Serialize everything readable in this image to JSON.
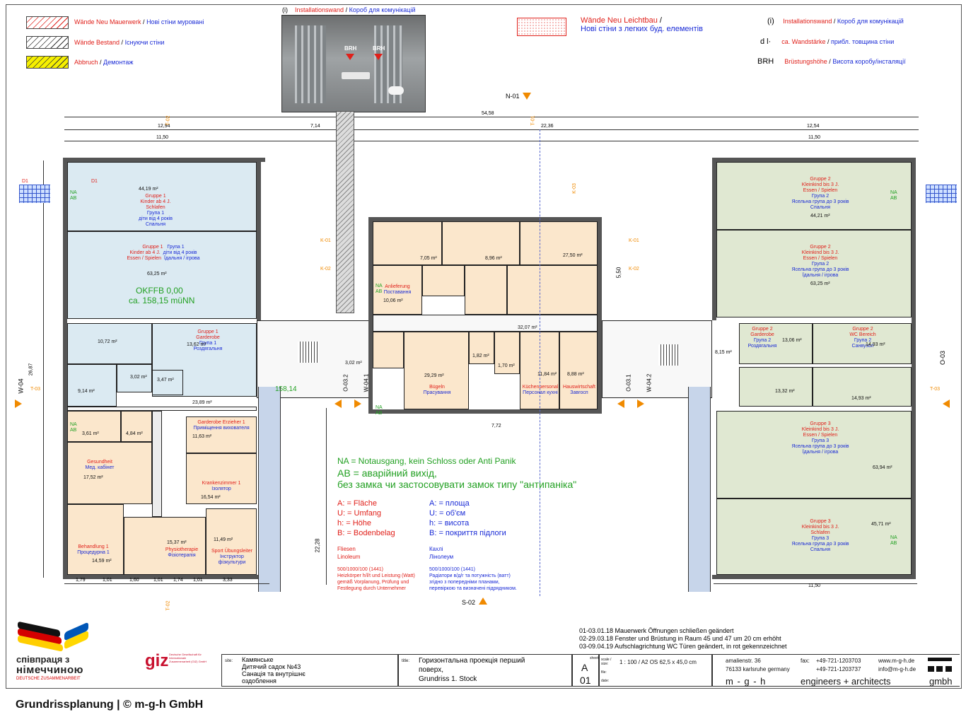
{
  "legend": {
    "walls_new_masonry": {
      "de": "Wände Neu Mauerwerk",
      "uk": "Нові стіни муровані"
    },
    "walls_existing": {
      "de": "Wände Bestand",
      "uk": "Існуючи стіни"
    },
    "demolition": {
      "de": "Abbruch",
      "uk": "Демонтаж"
    },
    "installation_wall": {
      "marker": "(i)",
      "de": "Installationswand",
      "uk": "Короб для комунікацій"
    },
    "walls_new_light": {
      "de": "Wände Neu Leichtbau",
      "uk": "Нові стіни з легких буд. елементів"
    },
    "install_right": {
      "marker": "(i)",
      "de": "Installationswand",
      "uk": "Короб для комунікацій"
    },
    "wall_thickness": {
      "marker": "d l·",
      "de": "ca. Wandstärke",
      "uk": "прибл. товщина стіни"
    },
    "parapet": {
      "marker": "BRH",
      "de": "Brüstungshöhe",
      "uk": "Висота коробу/інсталяції"
    },
    "photo_labels": [
      "BRH",
      "BRH"
    ]
  },
  "dimensions": {
    "overall": "54,58",
    "top_left": "12,94",
    "top_mid": "7,14",
    "top_mid2": "22,36",
    "top_right": "12,54",
    "left_side": "26,87",
    "center_height": "22,28",
    "left_11_50": "11,50",
    "right_11_50": "11,50",
    "bottom_11_50": "11,50",
    "bottom_left_parts": [
      "1,79",
      "1,01",
      "1,60",
      "1,01",
      "1,74",
      "1,01",
      "3,33"
    ],
    "corridor_5_50": "5,50",
    "corridor_7_72": "7,72"
  },
  "markers": {
    "N01": "N-01",
    "S02": "S-02",
    "W04": "W-04",
    "O03": "O-03",
    "O032": "O-03.2",
    "W041": "W-04.1",
    "O031": "O-03.1",
    "W042": "W-04.2",
    "T01": "T-01",
    "T02": "T-02",
    "T03": "T-03",
    "K01": "K-01",
    "K02": "K-02",
    "K03": "K-03",
    "D1": "D1"
  },
  "rooms": {
    "g1_sleep": {
      "area": "44,19 m²",
      "de": "Gruppe 1",
      "de2": "Kinder ab 4 J.",
      "de3": "Schlafen",
      "uk": "Група 1",
      "uk2": "діти від 4 років",
      "uk3": "Спальня"
    },
    "g1_eat": {
      "area": "63,25 m²",
      "de": "Gruppe 1",
      "de2": "Kinder ab 4 J.",
      "de3": "Essen / Spielen",
      "uk": "Група 1",
      "uk2": "діти від 4 років",
      "uk3": "Їдальня / ігрова"
    },
    "okffb": {
      "l1": "OKFFB 0,00",
      "l2": "ca. 158,15 müNN"
    },
    "g1_wc": {
      "area": "10,72 m²"
    },
    "g1_wardrobe": {
      "area": "13,62 m²",
      "de": "Gruppe 1",
      "de2": "Garderobe",
      "uk": "Група 1",
      "uk2": "Роздягальня"
    },
    "corr_left": {
      "area": "23,89 m²"
    },
    "cleaning": {
      "area": "9,14 m²"
    },
    "small_302": {
      "area": "3,02 m²"
    },
    "small_347": {
      "area": "3,47 m²"
    },
    "small_361": {
      "area": "3,61 m²"
    },
    "sterile": {
      "area": "4,84 m²"
    },
    "stair_area": {
      "area": "158,14"
    },
    "wardrobe_staff": {
      "area": "11,63 m²",
      "de": "Garderobe Erzieher 1",
      "uk": "Приміщення вихователя"
    },
    "med": {
      "area": "17,52 m²",
      "de": "Gesundheit",
      "uk": "Мед. кабінет"
    },
    "sick": {
      "area": "16,54 m²",
      "de": "Krankenzimmer 1",
      "uk": "Ізолятор"
    },
    "treatment": {
      "area": "14,59 m²",
      "de": "Behandlung 1",
      "uk": "Процедурна 1"
    },
    "physio": {
      "area": "15,37 m²",
      "de": "Physiotherapie",
      "uk": "Фізіотерапія"
    },
    "sports": {
      "area": "11,49 m²",
      "de": "Sport Übungsleiter",
      "uk": "Інструктор фізкультури"
    },
    "k_705": {
      "area": "7,05 m²"
    },
    "k_896": {
      "area": "8,96 m²"
    },
    "k_2750": {
      "area": "27,50 m²"
    },
    "k_1006": {
      "area": "10,06 m²",
      "de": "Anlieferung",
      "uk": "Поставання"
    },
    "corr_center": {
      "area": "32,07 m²"
    },
    "laundry": {
      "area": "29,29 m²",
      "de": "Bügeln",
      "uk": "Прасування"
    },
    "k_302b": {
      "area": "3,02 m²"
    },
    "k_1184": {
      "area": "11,84 m²",
      "de": "Küchenpersonal",
      "uk": "Персонал кухні"
    },
    "k_888": {
      "area": "8,88 m²",
      "de": "Hauswirtschaft",
      "uk": "Завгосп"
    },
    "k_370": {
      "area": "1,70 m²"
    },
    "k_182": {
      "area": "1,82 m²"
    },
    "g2_sleep": {
      "area": "44,21 m²",
      "de": "Gruppe 2",
      "de2": "Kleinkind bis 3 J.",
      "de3": "Essen / Spielen",
      "uk": "Група 2",
      "uk2": "Ясельна група до 3 років",
      "uk3": "Спальня"
    },
    "g2_eat": {
      "area": "63,25 m²",
      "de": "Gruppe 2",
      "de2": "Kleinkind bis 3 J.",
      "de3": "Essen / Spielen",
      "uk": "Група 2",
      "uk2": "Ясельна група до 3 років",
      "uk3": "Їдальня / ігрова"
    },
    "g2_wardrobe": {
      "area": "13,06 m²",
      "de": "Gruppe 2",
      "de2": "Garderobe",
      "uk": "Група 2",
      "uk2": "Роздягальня"
    },
    "g2_wc": {
      "area": "14,93 m²",
      "de": "Gruppe 2",
      "de2": "WC Bereich",
      "uk": "Група 2",
      "uk2": "Санвузол"
    },
    "g3_wardrobe": {
      "area": "13,32 m²"
    },
    "g3_wc": {
      "area": "14,93 m²"
    },
    "small_815": {
      "area": "8,15 m²"
    },
    "g3_eat": {
      "area": "63,94 m²",
      "de": "Gruppe 3",
      "de2": "Kleinkind bis 3 J.",
      "de3": "Essen / Spielen",
      "uk": "Група 3",
      "uk2": "Ясельна група до 3 років",
      "uk3": "Їдальня / ігрова"
    },
    "g3_sleep": {
      "area": "45,71 m²",
      "de": "Gruppe 3",
      "de2": "Kleinkind bis 3 J.",
      "de3": "Schlafen",
      "uk": "Група 3",
      "uk2": "Ясельна група до 3 років",
      "uk3": "Спальня"
    }
  },
  "notes": {
    "na_de": "NA = Notausgang, kein Schloss oder Anti Panik",
    "ab_uk1": "АВ = аварійний вихід,",
    "ab_uk2": "без замка чи застосовувати замок типу \"антипаніка\"",
    "abbr_de": [
      "A: = Fläche",
      "U: = Umfang",
      "h: = Höhe",
      "B: = Bodenbelag"
    ],
    "abbr_uk": [
      "A: = площа",
      "U: = об'єм",
      "h: = висота",
      "B: = покриття підлоги"
    ],
    "floor_de": [
      "Fliesen",
      "Linoleum"
    ],
    "floor_uk": [
      "Кахлі",
      "Лінолеум"
    ],
    "heat_de": [
      "500/1000/100 (1441)",
      "Heizkörper h/l/t und Leistung (Watt)",
      "gemäß Vorplanung, Prüfung und",
      "Festlegung durch Unternehmer"
    ],
    "heat_uk": [
      "500/1000/100 (1441)",
      "Радіатори в/д/г та потужність (ватт)",
      "згідно з попередніми планами,",
      "перевіркою та визначені підрядником."
    ],
    "na": "NA",
    "ab": "AB"
  },
  "revisions": [
    "01-03.01.18 Mauerwerk Öffnungen schließen geändert",
    "02-29.03.18 Fenster und Brüstung in Raum 45 und 47 um 20 cm erhöht",
    "03-09.04.19 Aufschlagrichtung WC Türen geändert, in rot gekennzeichnet"
  ],
  "title_block": {
    "logo_coop_l1": "співпраця з",
    "logo_coop_l2": "німеччиною",
    "logo_coop_l3": "DEUTSCHE ZUSAMMENARBEIT",
    "giz": "giz",
    "giz_small": "Deutsche Gesellschaft für Internationale Zusammenarbeit (GIZ) GmbH",
    "site_label": "site:",
    "site_lines": [
      "Камянське",
      "Дитячий садок №43",
      "Санація та внутрішнє",
      "оздоблення"
    ],
    "title_label": "title:",
    "title_lines": [
      "Горизонтальна проекція перший",
      "поверх,",
      "Grundriss 1. Stock"
    ],
    "sheet_label": "sheet:",
    "sheet_letter": "A",
    "sheet_num": "01",
    "scale_label": "scale / size:",
    "scale": "1 : 100 / A2 OS 62,5 x 45,0 cm",
    "file_label": "file:",
    "date_label": "date:",
    "address": [
      "amalienstr. 36",
      "76133 karlsruhe germany"
    ],
    "fax_label": "fax:",
    "fax": "+49-721-1203703",
    "fax2": "+49-721-1203737",
    "web": "www.m-g-h.de",
    "mail": "info@m-g-h.de",
    "brand_a": "m - g - h",
    "brand_b": "engineers + architects",
    "brand_c": "gmbh"
  },
  "caption": "Grundrissplanung | © m-g-h GmbH",
  "colors": {
    "red": "#e0201a",
    "blue": "#1a2bd6",
    "green": "#22a022",
    "orange": "#f08a00"
  }
}
